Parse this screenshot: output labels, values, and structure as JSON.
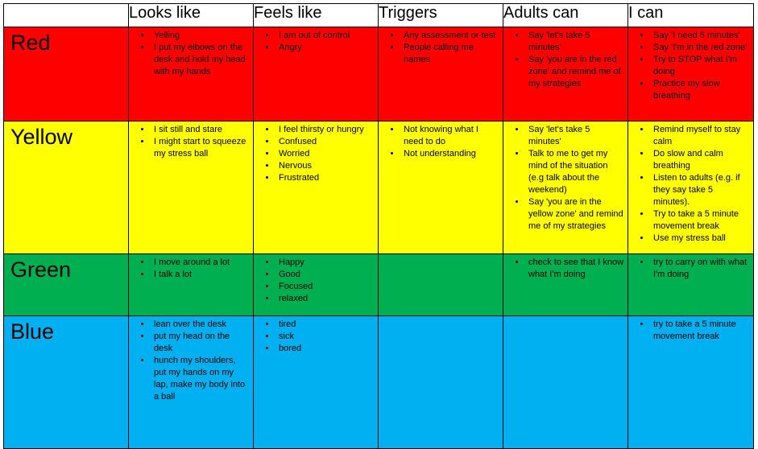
{
  "columns": [
    "",
    "Looks like",
    "Feels like",
    "Triggers",
    "Adults can",
    "I can"
  ],
  "zones": [
    {
      "name": "Red",
      "color": "#ff0000",
      "cells": [
        [
          "Yelling",
          "I put my elbows on the desk and hold my head with my hands"
        ],
        [
          "I am out of control",
          "Angry"
        ],
        [
          "Any assessment or test",
          "People calling me names"
        ],
        [
          "Say 'let's take 5 minutes'",
          "Say 'you are in the red zone' and remind me of my strategies"
        ],
        [
          "Say 'I need 5 minutes'",
          "Say 'I'm in the red zone'",
          "Try to STOP what I'm doing",
          "Practice my slow breathing"
        ]
      ]
    },
    {
      "name": "Yellow",
      "color": "#ffff00",
      "cells": [
        [
          "I sit still and stare",
          "I might start to squeeze my stress ball"
        ],
        [
          "I feel thirsty or hungry",
          "Confused",
          "Worried",
          "Nervous",
          "Frustrated"
        ],
        [
          "Not knowing what I need to do",
          "Not understanding"
        ],
        [
          "Say 'let's take 5 minutes'",
          "Talk to me to get my mind of the situation (e.g talk about the weekend)",
          "Say 'you are in the yellow zone' and remind me of my strategies"
        ],
        [
          "Remind myself to stay calm",
          "Do slow and calm breathing",
          "Listen to adults (e.g. if they say take 5 minutes).",
          "Try to take a 5 minute movement break",
          "Use my stress ball"
        ]
      ]
    },
    {
      "name": "Green",
      "color": "#00b050",
      "cells": [
        [
          "I move around a lot",
          "I talk a lot"
        ],
        [
          "Happy",
          "Good",
          "Focused",
          "relaxed"
        ],
        [],
        [
          "check to see that I know what I'm doing"
        ],
        [
          "try to carry on with what I'm doing"
        ]
      ]
    },
    {
      "name": "Blue",
      "color": "#00b0f0",
      "cells": [
        [
          "lean over the desk",
          "put my head on the desk",
          "hunch my shoulders, put my hands on my lap, make my body into a ball"
        ],
        [
          "tired",
          "sick",
          "bored"
        ],
        [],
        [],
        [
          "try to take a 5 minute movement break"
        ]
      ]
    }
  ]
}
